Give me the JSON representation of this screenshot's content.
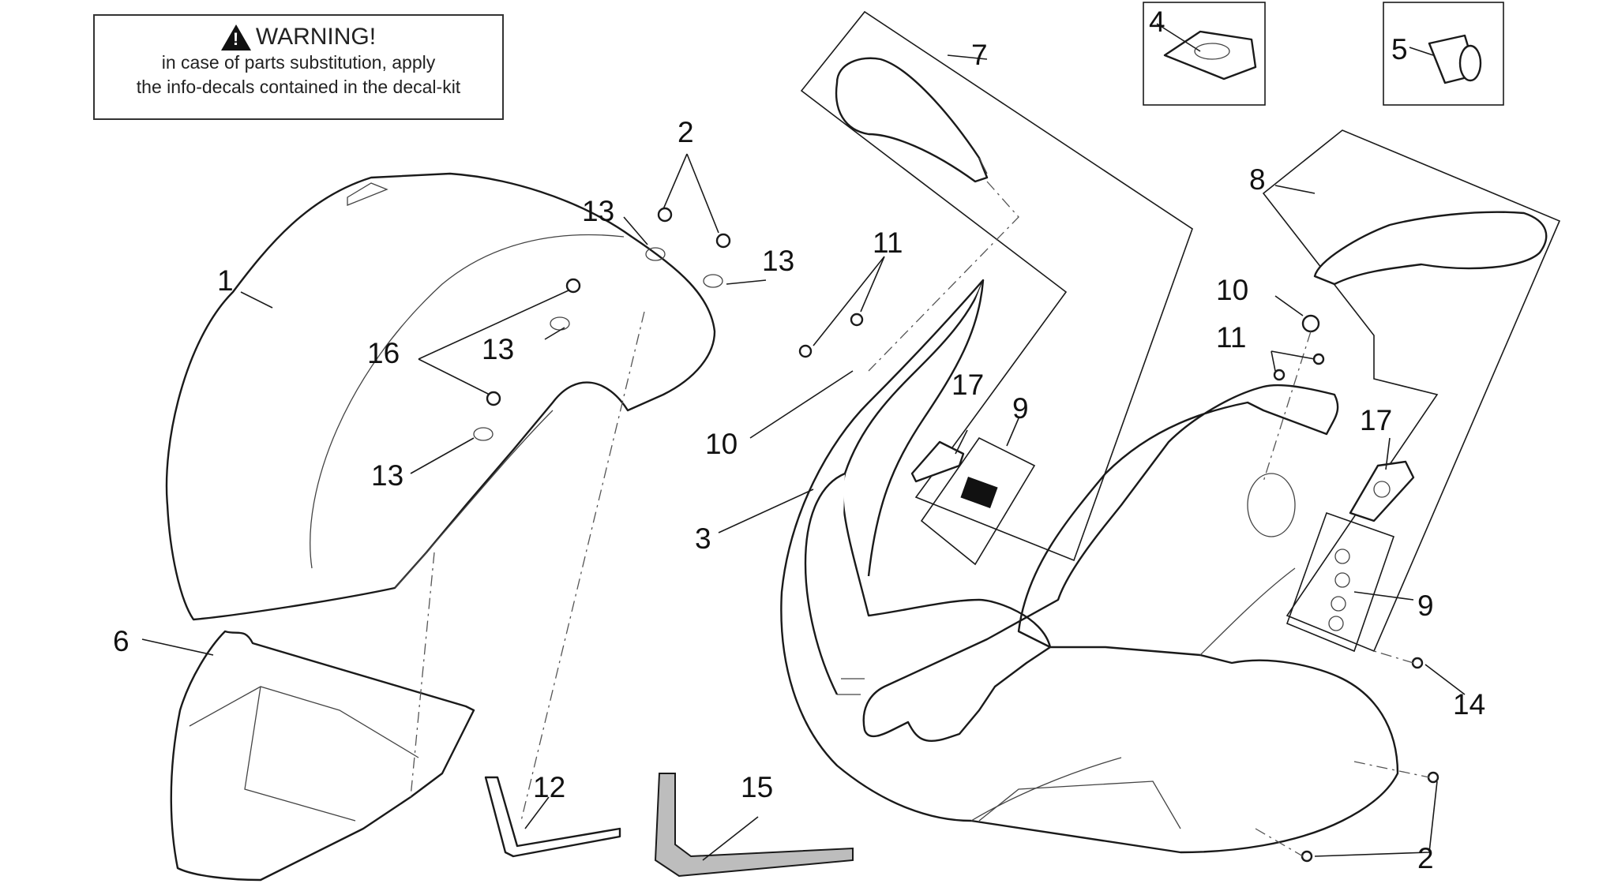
{
  "warning": {
    "title": "WARNING!",
    "line1": "in case of parts substitution, apply",
    "line2": "the info-decals contained in the decal-kit"
  },
  "callouts": {
    "c1": "1",
    "c2a": "2",
    "c2b": "2",
    "c3": "3",
    "c4": "4",
    "c5": "5",
    "c6": "6",
    "c7": "7",
    "c8": "8",
    "c9a": "9",
    "c9b": "9",
    "c10a": "10",
    "c10b": "10",
    "c11a": "11",
    "c11b": "11",
    "c12": "12",
    "c13a": "13",
    "c13b": "13",
    "c13c": "13",
    "c13d": "13",
    "c14": "14",
    "c15": "15",
    "c16": "16",
    "c17a": "17",
    "c17b": "17"
  },
  "icons": {
    "warning": "warning-triangle-icon"
  }
}
